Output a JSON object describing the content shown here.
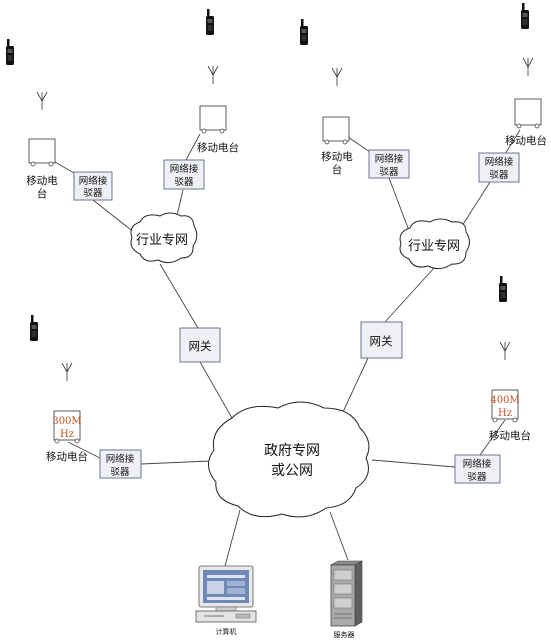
{
  "clouds": {
    "industry_left": "行业专网",
    "industry_right": "行业专网",
    "government_line1": "政府专网",
    "government_line2": "或公网"
  },
  "gateways": {
    "left": "网关",
    "right": "网关"
  },
  "transceivers": {
    "top_left_1_line1": "网络接",
    "top_left_1_line2": "驳器",
    "top_left_2_line1": "网络接",
    "top_left_2_line2": "驳器",
    "top_right_1_line1": "网络接",
    "top_right_1_line2": "驳器",
    "top_right_2_line1": "网络接",
    "top_right_2_line2": "驳器",
    "mid_left_line1": "网络接",
    "mid_left_line2": "驳器",
    "mid_right_line1": "网络接",
    "mid_right_line2": "驳器"
  },
  "mobile_stations": {
    "tl1_line1": "移动电",
    "tl1_line2": "台",
    "tl2": "移动电台",
    "tr1_line1": "移动电",
    "tr1_line2": "台",
    "tr2": "移动电台",
    "ml": "移动电台",
    "mr": "移动电台"
  },
  "frequencies": {
    "left_line1": "300M",
    "left_line2": "Hz",
    "right_line1": "400M",
    "right_line2": "Hz"
  },
  "terminals": {
    "computer": "计算机",
    "server": "服务器"
  },
  "colors": {
    "box_fill": "#eef0f6",
    "box_stroke": "#6b7590",
    "frequency_text": "#c0501b"
  }
}
